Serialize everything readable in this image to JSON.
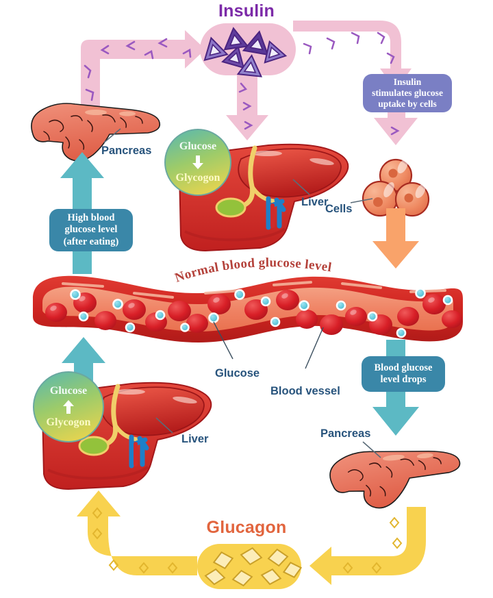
{
  "diagram": {
    "title_insulin": "Insulin",
    "title_glucagon": "Glucagon",
    "vessel_title": "Normal blood glucose level"
  },
  "callouts": {
    "high_blood": "High blood\nglucose level\n(after eating)",
    "high_blood_lines": [
      "High blood",
      "glucose level",
      "(after eating)"
    ],
    "insulin_uptake_lines": [
      "Insulin",
      "stimulates glucose",
      "uptake by cells"
    ],
    "glucose_drops_lines": [
      "Blood glucose",
      "level drops"
    ]
  },
  "labels": {
    "pancreas_top": "Pancreas",
    "pancreas_bottom": "Pancreas",
    "liver_top": "Liver",
    "liver_bottom": "Liver",
    "cells": "Cells",
    "glucose": "Glucose",
    "blood_vessel": "Blood vessel"
  },
  "conversion_top": {
    "top_word": "Glucose",
    "bottom_word": "Glycogon",
    "arrow": "down-arrow-icon"
  },
  "conversion_bottom": {
    "top_word": "Glucose",
    "bottom_word": "Glycogon",
    "arrow": "up-arrow-icon"
  },
  "colors": {
    "insulin_title": "#7c2aa8",
    "glucagon_title": "#e2653e",
    "label_text": "#27537c",
    "vessel_title": "#b4413a",
    "callout_blue": "#3a87a8",
    "callout_purple": "#7a7fc4",
    "insulin_arrow": "#f0bfd2",
    "insulin_molecule": "#6b3fa0",
    "glucagon_arrow": "#f8d24f",
    "teal_arrow": "#5cb9c4",
    "orange_arrow": "#f9a36a",
    "vessel_outer": "#d02b28",
    "vessel_inner": "#ef8162",
    "rbc": "#d62027",
    "glucose_dot": "#5ec8d8",
    "liver": "#d93a33",
    "pancreas": "#ea7a5e",
    "cell_body": "#ef8b63"
  },
  "legend": {
    "rbc_name": "red-blood-cell",
    "glucose_name": "glucose-molecule",
    "insulin_name": "insulin-molecule",
    "glucagon_name": "glucagon-molecule"
  }
}
